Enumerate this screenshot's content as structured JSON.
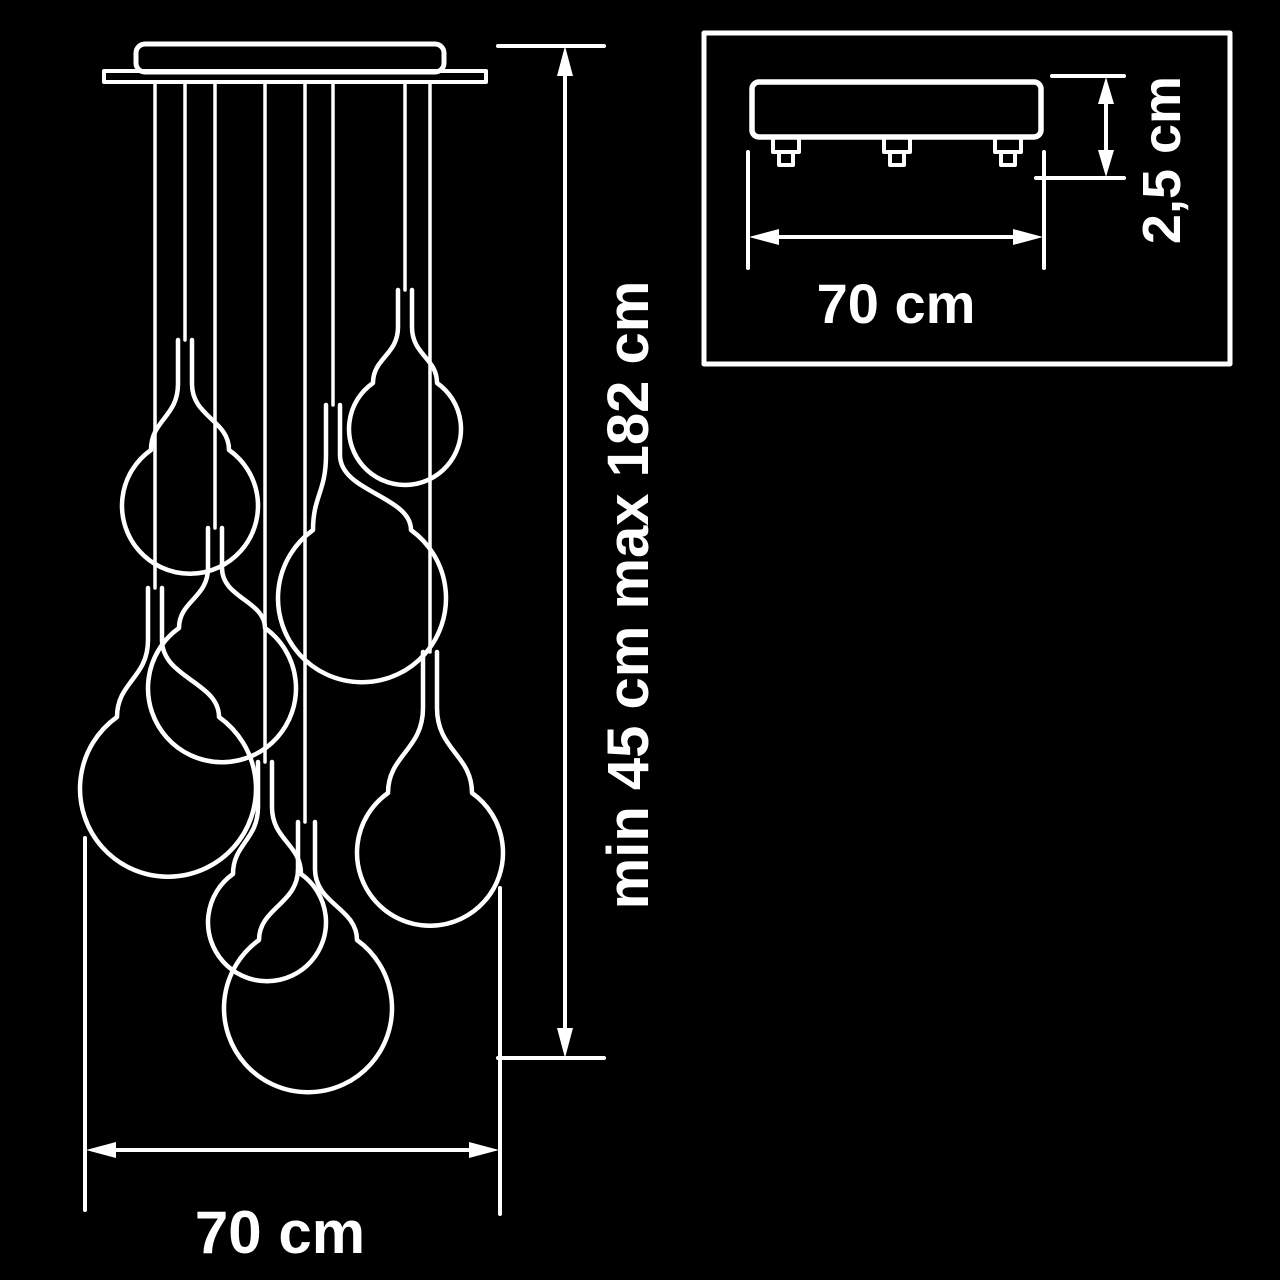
{
  "colors": {
    "background": "#000000",
    "line": "#ffffff"
  },
  "main_view": {
    "height_dimension": "min 45 cm max 182 cm",
    "width_dimension": "70 cm"
  },
  "canopy_view": {
    "width_dimension": "70 cm",
    "thickness_dimension": "2,5 cm"
  }
}
